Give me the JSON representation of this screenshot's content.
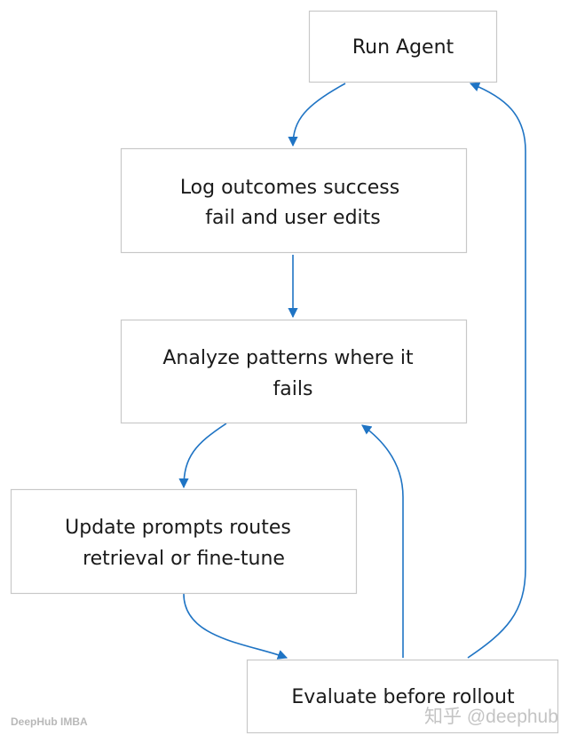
{
  "nodes": {
    "run_agent": {
      "lines": [
        "Run Agent"
      ]
    },
    "log_outcomes": {
      "lines": [
        "Log outcomes success",
        "fail and user edits"
      ]
    },
    "analyze_patterns": {
      "lines": [
        "Analyze patterns where it",
        "fails"
      ]
    },
    "update_prompts": {
      "lines": [
        "Update prompts routes",
        "retrieval or fine-tune"
      ]
    },
    "evaluate": {
      "lines": [
        "Evaluate before rollout"
      ]
    }
  },
  "edges": [
    {
      "from": "run_agent",
      "to": "log_outcomes"
    },
    {
      "from": "log_outcomes",
      "to": "analyze_patterns"
    },
    {
      "from": "analyze_patterns",
      "to": "update_prompts"
    },
    {
      "from": "update_prompts",
      "to": "evaluate"
    },
    {
      "from": "evaluate",
      "to": "analyze_patterns"
    },
    {
      "from": "evaluate",
      "to": "run_agent"
    }
  ],
  "colors": {
    "edge": "#1f74c4",
    "box_border": "#c8c8c8"
  },
  "watermark": {
    "left": "DeepHub IMBA",
    "right": "知乎 @deephub"
  }
}
